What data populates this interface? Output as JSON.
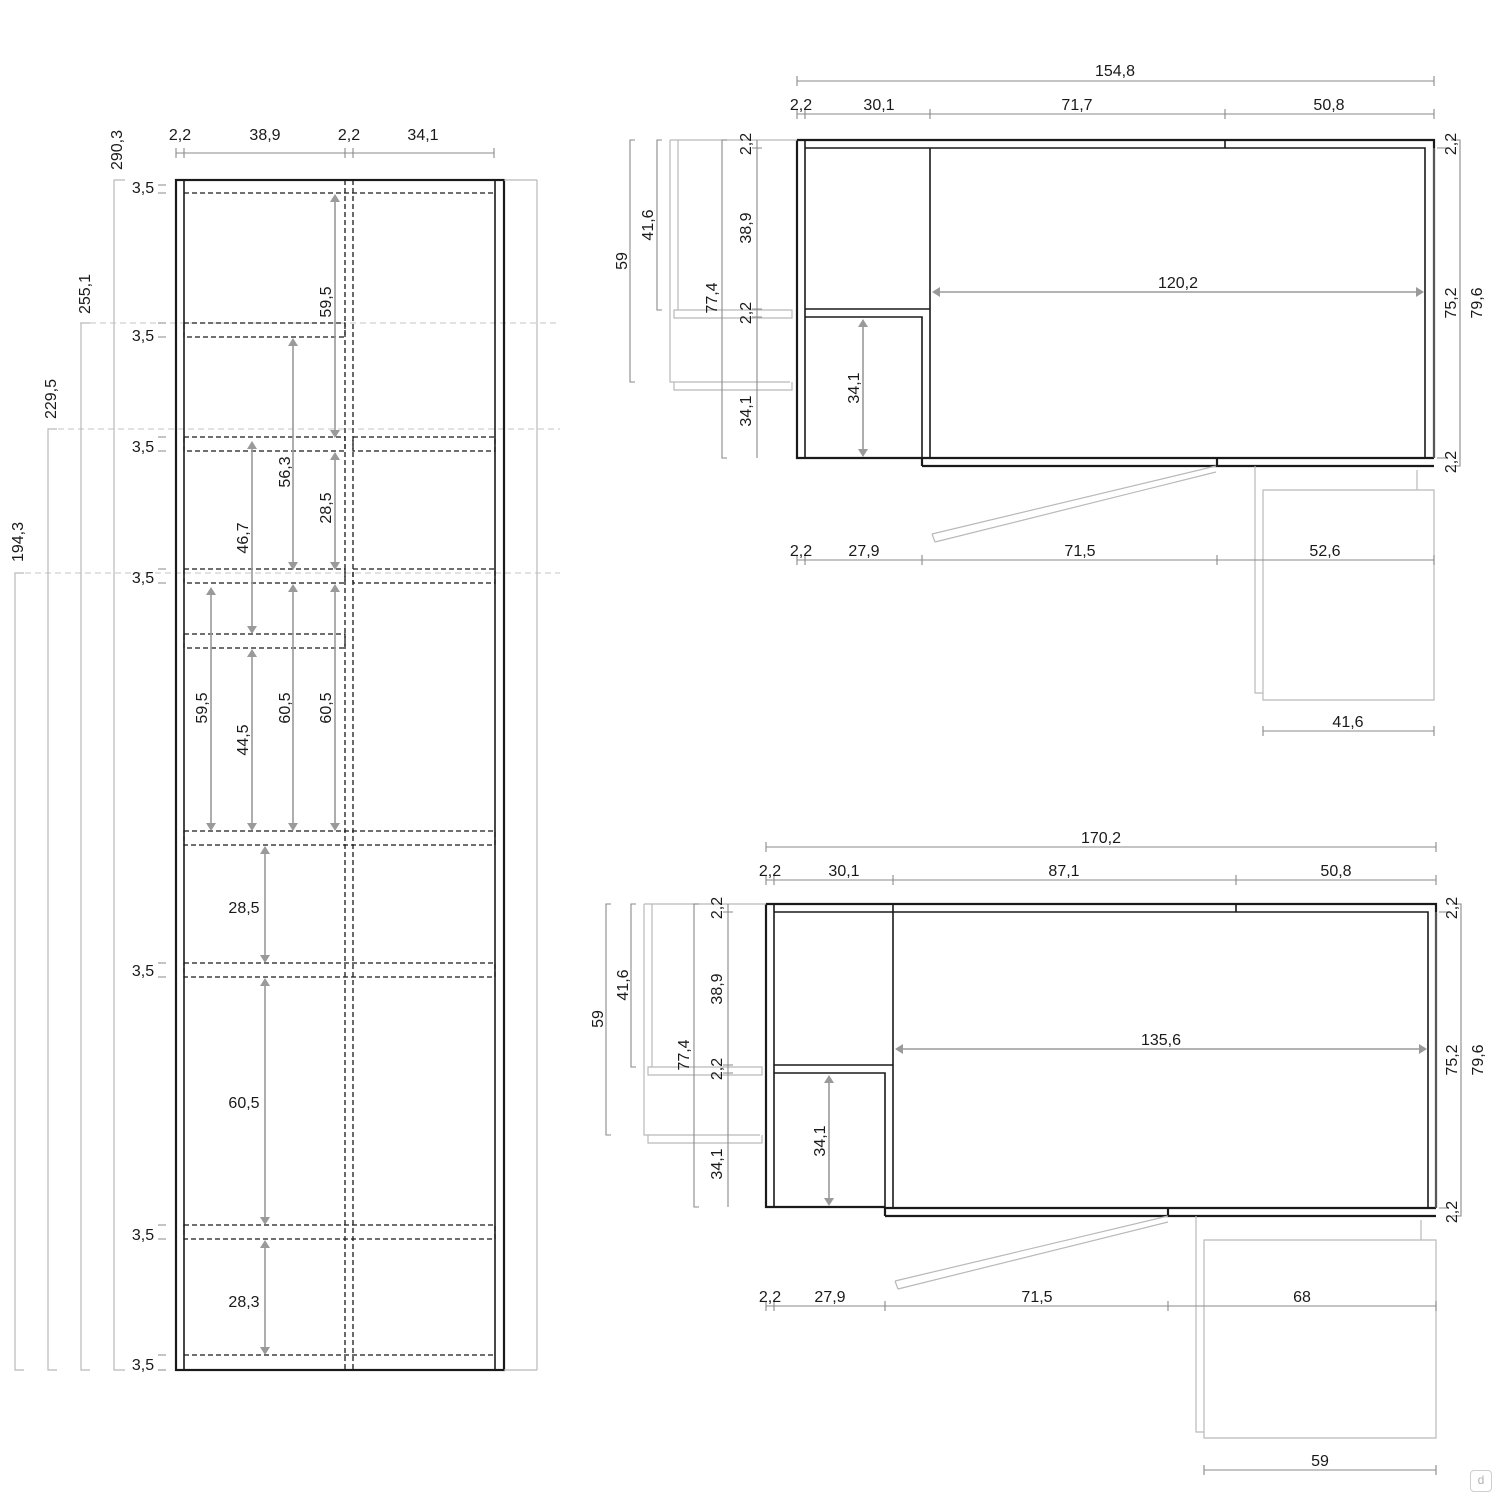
{
  "wardrobe_front": {
    "widths": {
      "side_left": "2,2",
      "bay_left": "38,9",
      "divider": "2,2",
      "bay_right": "34,1"
    },
    "overall_heights": {
      "h_top": "290,3",
      "h_2": "255,1",
      "h_3": "229,5",
      "h_4": "194,3"
    },
    "shelf_thickness": "3,5",
    "inner_heights": {
      "top_59_5": "59,5",
      "h_56_3": "56,3",
      "h_28_5_upper": "28,5",
      "h_46_7": "46,7",
      "h_59_5_lower": "59,5",
      "h_44_5": "44,5",
      "h_60_5_a": "60,5",
      "h_60_5_b": "60,5",
      "h_28_5_middle": "28,5",
      "h_60_5_bottom": "60,5",
      "h_28_3": "28,3"
    }
  },
  "plan_small": {
    "total_width": "154,8",
    "top_row": {
      "a": "2,2",
      "b": "30,1",
      "c": "71,7",
      "d": "50,8"
    },
    "left_dims": {
      "d59": "59",
      "d41_6": "41,6",
      "d77_4": "77,4",
      "d2_2_top": "2,2",
      "d38_9": "38,9",
      "d2_2_mid": "2,2",
      "d34_1": "34,1"
    },
    "inner_width": "120,2",
    "inner_depth": "34,1",
    "right_dims": {
      "top": "2,2",
      "d75_2": "75,2",
      "d79_6": "79,6",
      "bottom": "2,2"
    },
    "bottom_row": {
      "a": "2,2",
      "b": "27,9",
      "c": "71,5",
      "d": "52,6"
    },
    "desk_width": "41,6"
  },
  "plan_large": {
    "total_width": "170,2",
    "top_row": {
      "a": "2,2",
      "b": "30,1",
      "c": "87,1",
      "d": "50,8"
    },
    "left_dims": {
      "d59": "59",
      "d41_6": "41,6",
      "d77_4": "77,4",
      "d2_2_top": "2,2",
      "d38_9": "38,9",
      "d2_2_mid": "2,2",
      "d34_1": "34,1"
    },
    "inner_width": "135,6",
    "inner_depth": "34,1",
    "right_dims": {
      "top": "2,2",
      "d75_2": "75,2",
      "d79_6": "79,6",
      "bottom": "2,2"
    },
    "bottom_row": {
      "a": "2,2",
      "b": "27,9",
      "c": "71,5",
      "d": "68"
    },
    "desk_width": "59"
  },
  "watermark": "d",
  "colors": {
    "line": "#1a1a1a",
    "dimension": "#8a8a8a",
    "ghost": "#b9b9b9",
    "background": "#ffffff"
  }
}
